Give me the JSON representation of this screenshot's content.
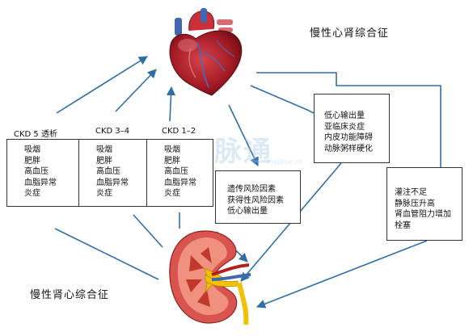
{
  "titles": {
    "cardiorenal": "慢性心肾综合征",
    "renocardiac": "慢性肾心综合征"
  },
  "ckd_stages": [
    {
      "header": "CKD 5  透析",
      "factors": [
        "吸烟",
        "肥胖",
        "高血压",
        "血脂异常",
        "炎症"
      ]
    },
    {
      "header": "CKD 3–4",
      "factors": [
        "吸烟",
        "肥胖",
        "高血压",
        "血脂异常",
        "炎症"
      ]
    },
    {
      "header": "CKD 1–2",
      "factors": [
        "吸烟",
        "肥胖",
        "高血压",
        "血脂异常",
        "炎症"
      ]
    }
  ],
  "risk_factors": [
    "遗传风险因素",
    "获得性风险因素",
    "低心输出量"
  ],
  "cardiac_factors": [
    "低心输出量",
    "亚临床炎症",
    "内皮功能障碍",
    "动脉粥样硬化"
  ],
  "venous_factors": [
    "灌注不足",
    "静脉压升高",
    "肾血管阻力增加",
    "栓塞"
  ],
  "watermark": {
    "text": "医脉通",
    "sub": "medlive.cn"
  },
  "colors": {
    "arrow": "#2f6fa8",
    "heart": "#b3202a",
    "kidney": "#d9534f",
    "medulla": "#f2c200"
  },
  "icons": {
    "heart": "anatomical-heart",
    "kidney": "kidney-cross-section"
  }
}
